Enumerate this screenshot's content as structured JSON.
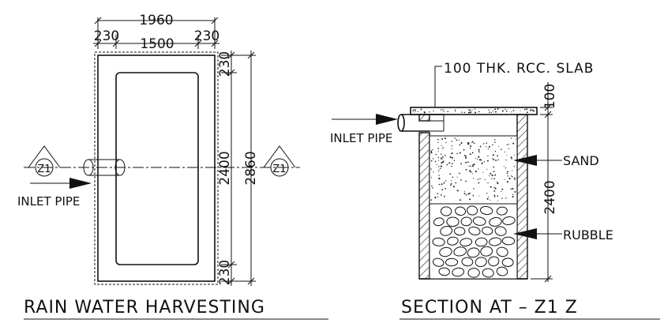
{
  "plan": {
    "dims": {
      "overall_width": "1960",
      "left_wall": "230",
      "inner_width": "1500",
      "right_wall": "230",
      "top_wall": "230",
      "inner_length": "2400",
      "overall_length": "2860",
      "bottom_wall": "230"
    },
    "section_marker_left": "Z1",
    "section_marker_right": "Z1",
    "inlet_label": "INLET PIPE",
    "title": "RAIN WATER HARVESTING"
  },
  "section": {
    "slab_label": "100 THK. RCC. SLAB",
    "slab_dim": "100",
    "depth_dim": "2400",
    "inlet_label": "INLET PIPE",
    "sand_label": "SAND",
    "rubble_label": "RUBBLE",
    "title": "SECTION AT – Z1 Z"
  }
}
